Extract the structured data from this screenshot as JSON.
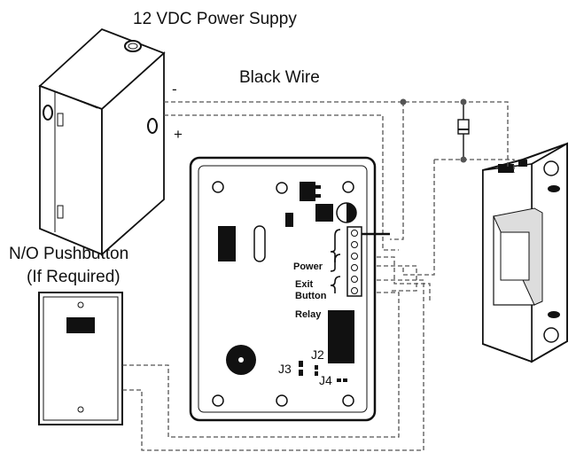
{
  "labels": {
    "power_supply": "12 VDC Power Suppy",
    "black_wire": "Black Wire",
    "minus": "-",
    "plus": "+",
    "pushbutton_line1": "N/O Pushbutton",
    "pushbutton_line2": "(If Required)",
    "power": "Power",
    "exit_line1": "Exit",
    "exit_line2": "Button",
    "relay": "Relay",
    "j2": "J2",
    "j3": "J3",
    "j4": "J4"
  }
}
